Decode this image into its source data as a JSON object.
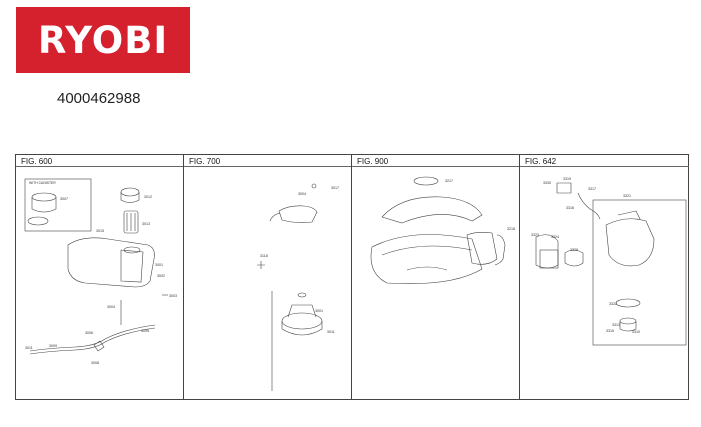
{
  "brand": {
    "logo_text": "RYOBI",
    "color": "#d5202e"
  },
  "document": {
    "number": "4000462988"
  },
  "figures": [
    {
      "label": "FIG. 600",
      "caption": "WITH CANISTER",
      "parts": [
        "3007",
        "3012",
        "3013",
        "3015",
        "3001",
        "3002",
        "3003",
        "3004",
        "3005",
        "3006",
        "3009",
        "3011",
        "3008"
      ]
    },
    {
      "label": "FIG. 700",
      "parts": [
        "3017",
        "3004",
        "3118",
        "3001",
        "3011"
      ]
    },
    {
      "label": "FIG. 900",
      "parts": [
        "3217",
        "3218"
      ]
    },
    {
      "label": "FIG. 642",
      "parts": [
        "3330",
        "3319",
        "3317",
        "3316",
        "3323",
        "3324",
        "3328",
        "3321",
        "3322",
        "3313",
        "3315",
        "3310"
      ]
    }
  ]
}
